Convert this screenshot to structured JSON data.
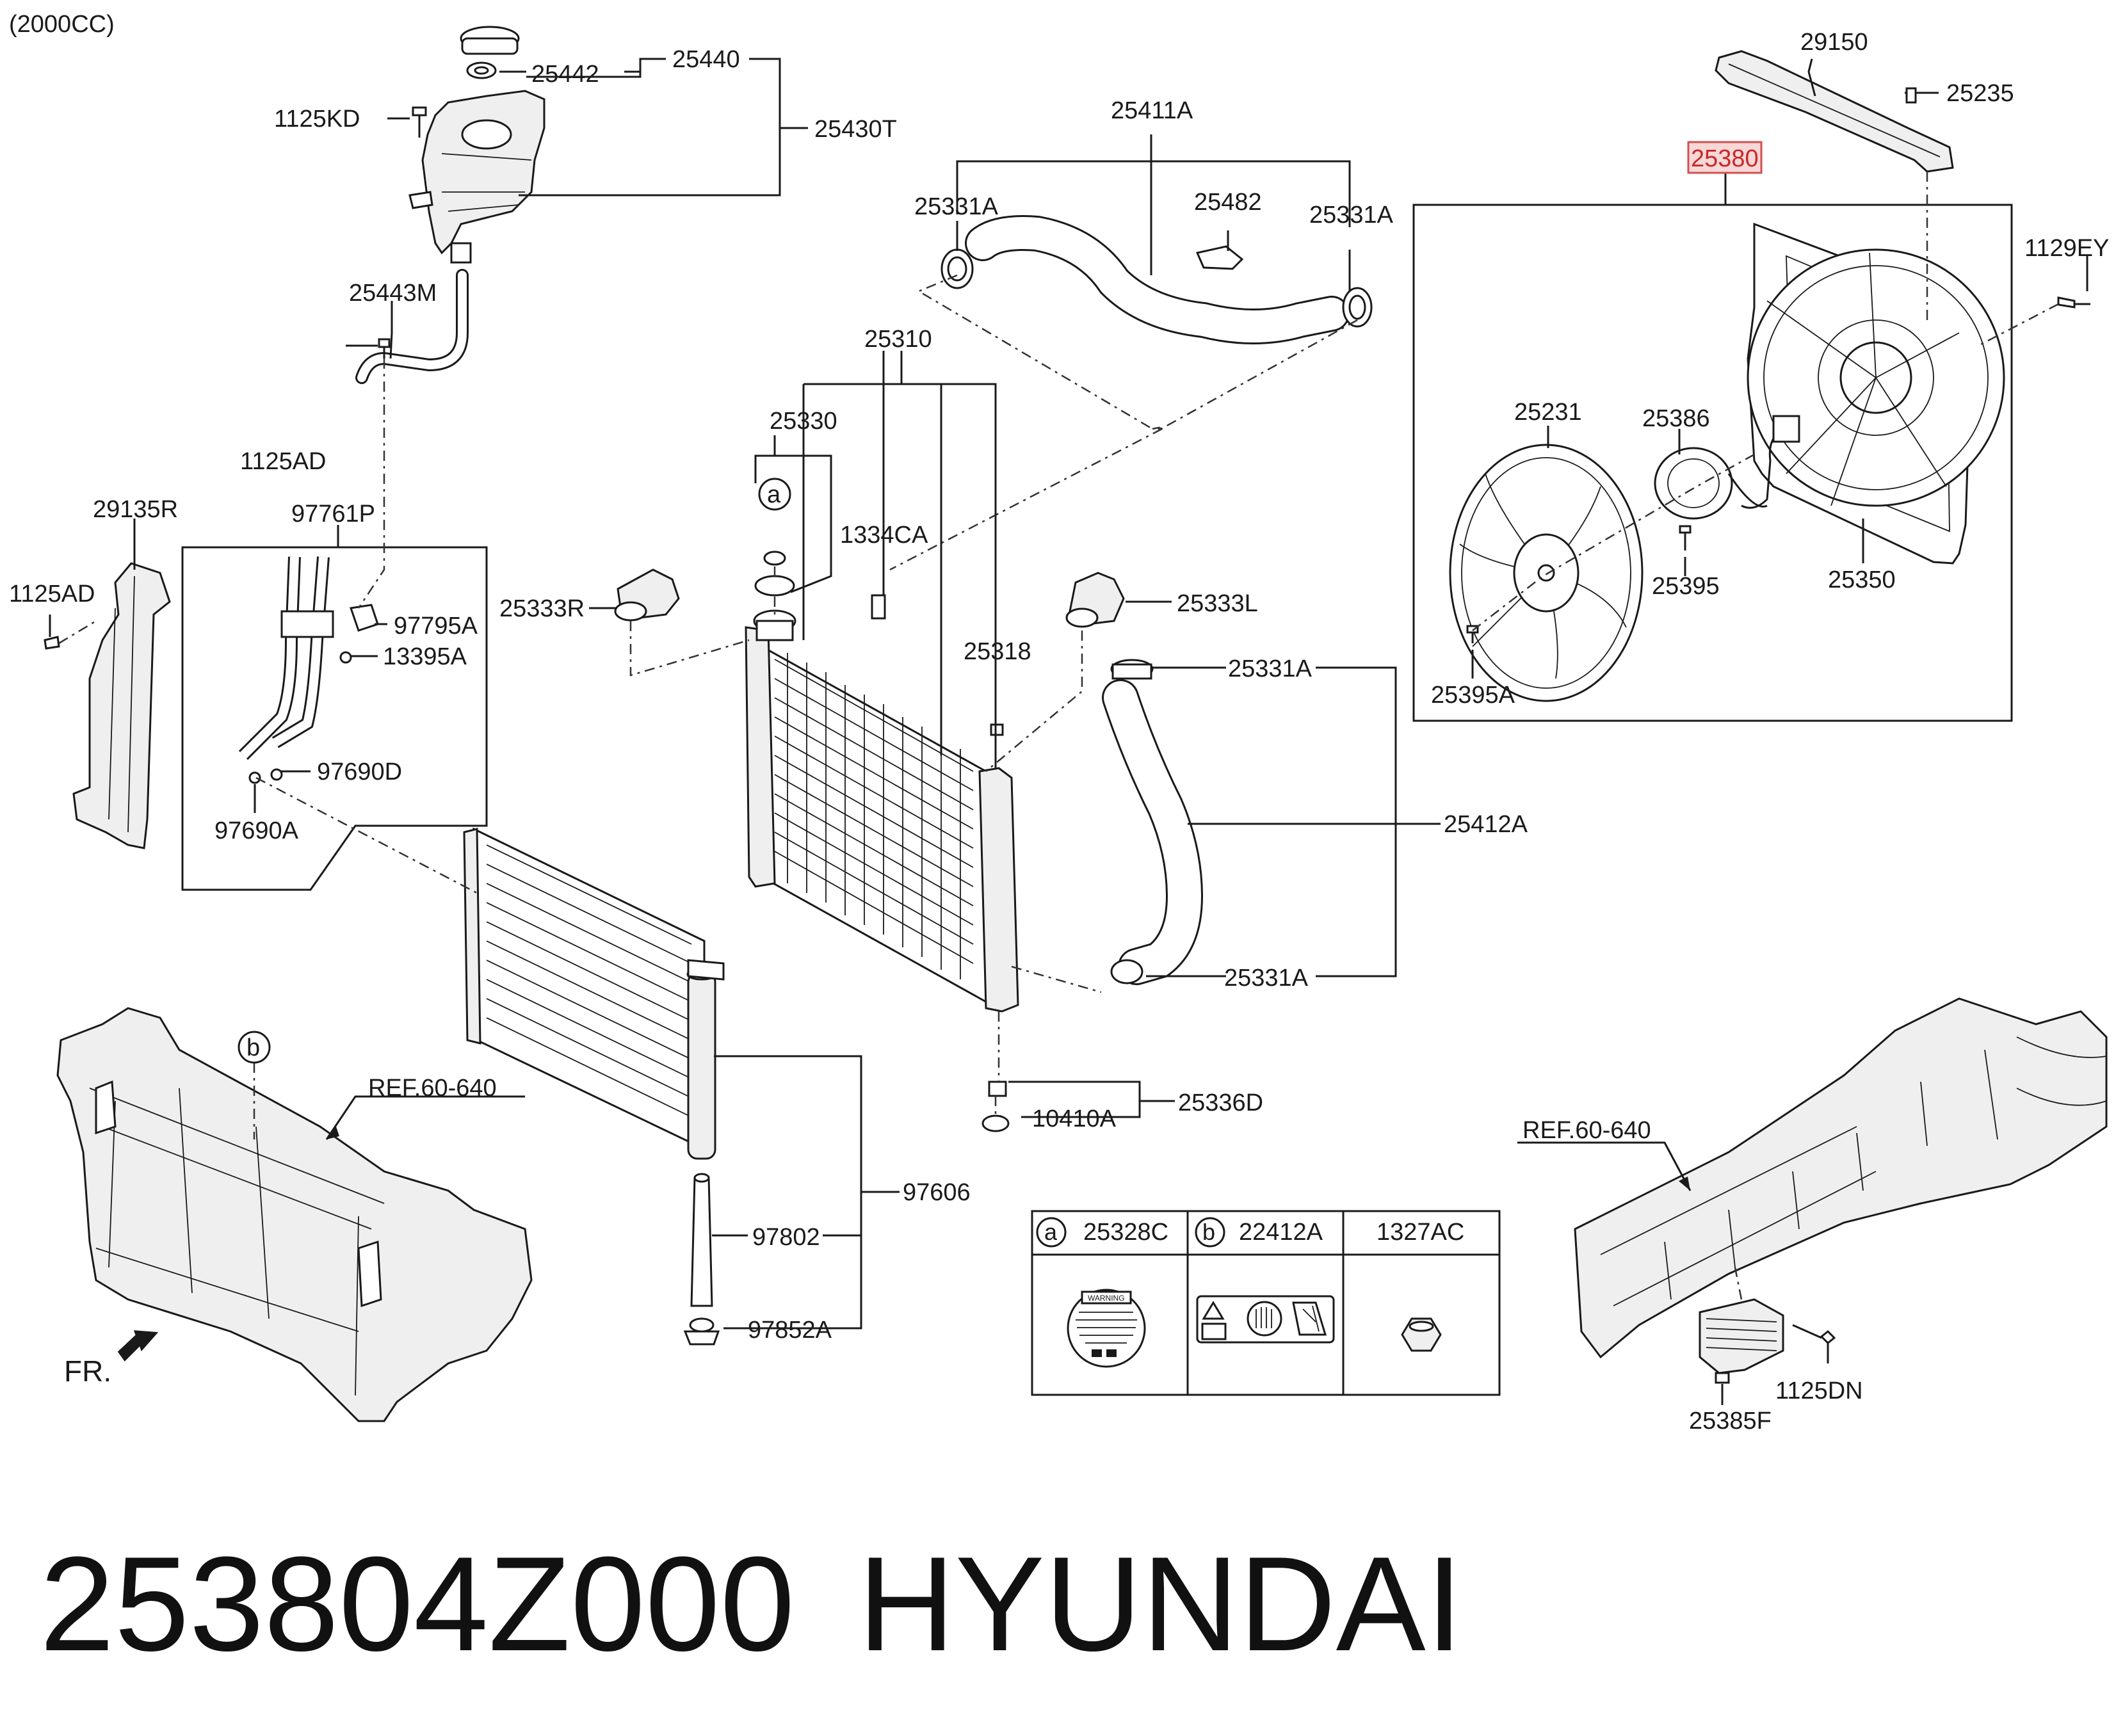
{
  "engine_note": "(2000CC)",
  "labels": {
    "p25440": "25440",
    "p25442": "25442",
    "p1125KD": "1125KD",
    "p25430T": "25430T",
    "p25443M": "25443M",
    "p25411A": "25411A",
    "p25331A_left": "25331A",
    "p25482": "25482",
    "p25331A_right": "25331A",
    "p29150": "29150",
    "p25235": "25235",
    "p25380": "25380",
    "p1129EY": "1129EY",
    "p25310": "25310",
    "p25330": "25330",
    "p1334CA": "1334CA",
    "p1125AD_top": "1125AD",
    "p97761P": "97761P",
    "p29135R": "29135R",
    "p1125AD_left": "1125AD",
    "p97795A": "97795A",
    "p13395A": "13395A",
    "p97690D": "97690D",
    "p97690A": "97690A",
    "p25333R": "25333R",
    "p25333L": "25333L",
    "p25318": "25318",
    "p25331A_mid": "25331A",
    "p25412A": "25412A",
    "p25331A_low": "25331A",
    "p25231": "25231",
    "p25386": "25386",
    "p25395": "25395",
    "p25350": "25350",
    "p25395A": "25395A",
    "p25336D": "25336D",
    "p10410A": "10410A",
    "p97606": "97606",
    "p97802": "97802",
    "p97852A": "97852A",
    "ref_left": "REF.60-640",
    "ref_right": "REF.60-640",
    "p1125DN": "1125DN",
    "p25385F": "25385F",
    "front_marker": "FR.",
    "callout_a": "a",
    "callout_b": "b"
  },
  "legend_table": {
    "col1_marker": "a",
    "col1_part": "25328C",
    "col2_marker": "b",
    "col2_part": "22412A",
    "col3_part": "1327AC",
    "cap_text": "WARNING"
  },
  "footer": {
    "part_number": "253804Z000",
    "brand": "HYUNDAI"
  },
  "colors": {
    "line": "#1a1a1a",
    "highlight_fill": "#f8d7d7",
    "highlight_text": "#c82828"
  }
}
